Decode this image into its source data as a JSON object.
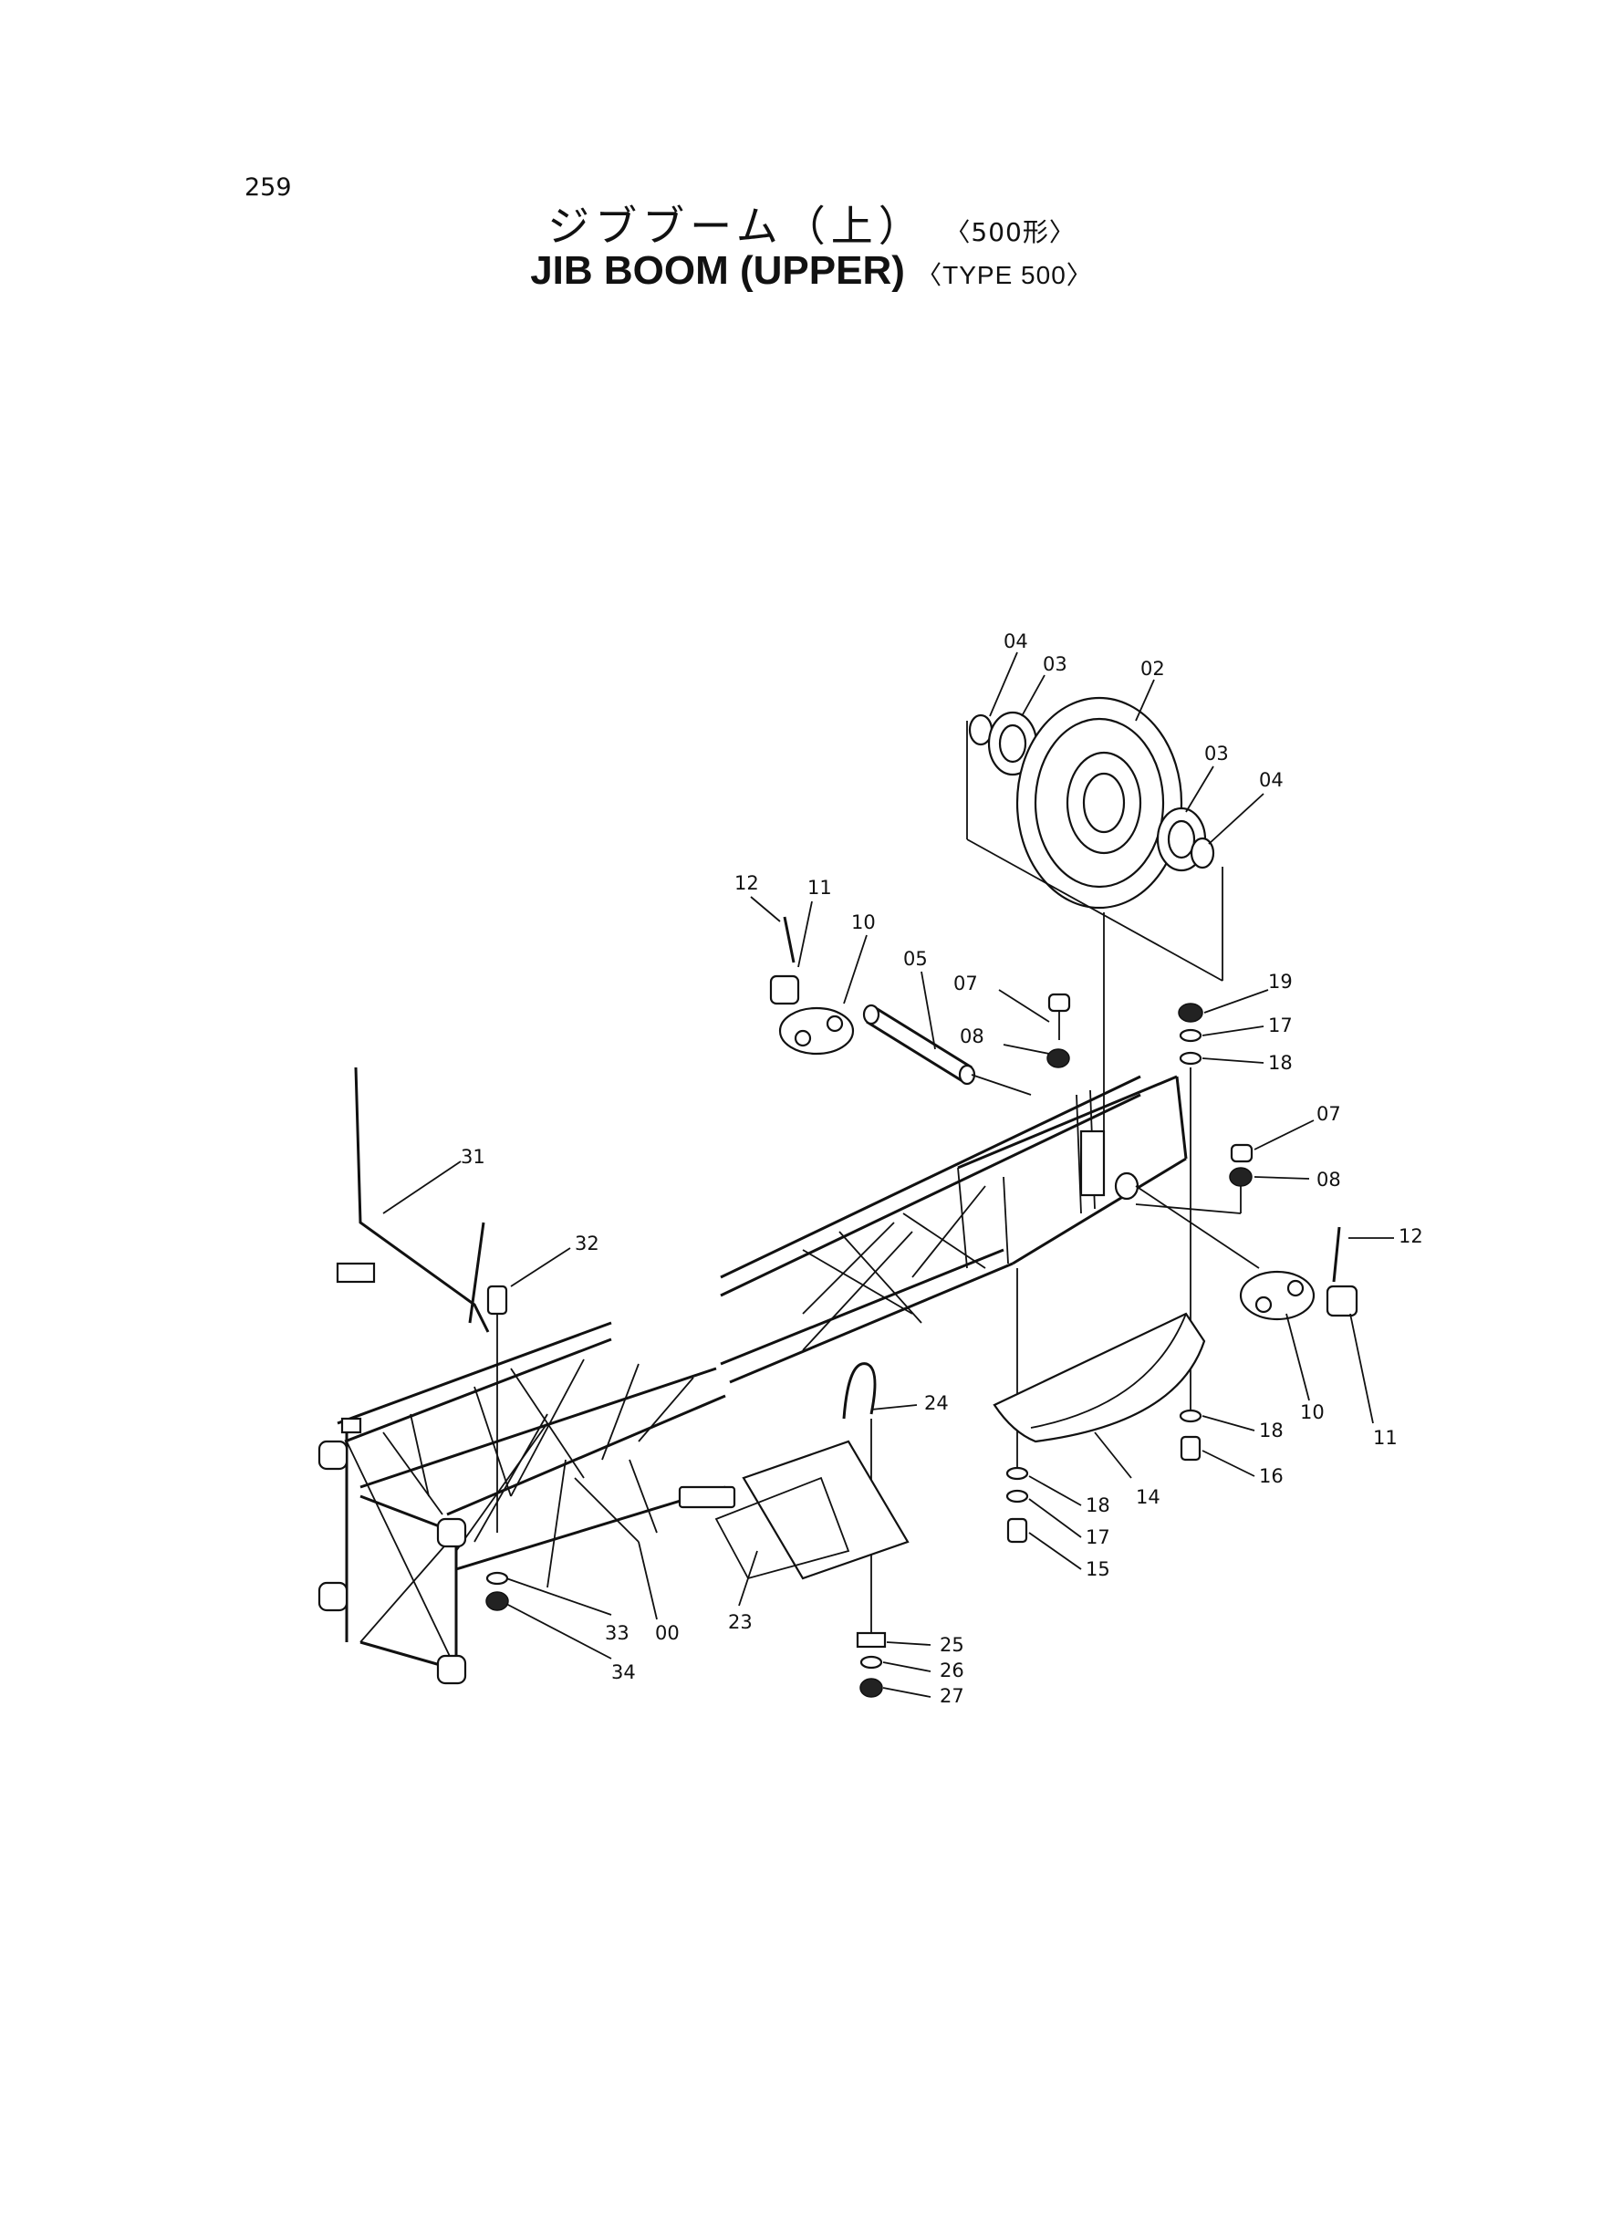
{
  "page_number": "259",
  "title_ja": "ジブブーム（上）",
  "title_ja_sub": "〈500形〉",
  "title_en": "JIB BOOM (UPPER)",
  "title_en_sub": "〈TYPE 500〉",
  "labels": [
    "04",
    "03",
    "02",
    "03",
    "04",
    "12",
    "11",
    "10",
    "05",
    "07",
    "08",
    "19",
    "17",
    "18",
    "07",
    "08",
    "12",
    "31",
    "32",
    "10",
    "11",
    "24",
    "18",
    "16",
    "14",
    "18",
    "17",
    "15",
    "33",
    "00",
    "23",
    "34",
    "25",
    "26",
    "27"
  ]
}
